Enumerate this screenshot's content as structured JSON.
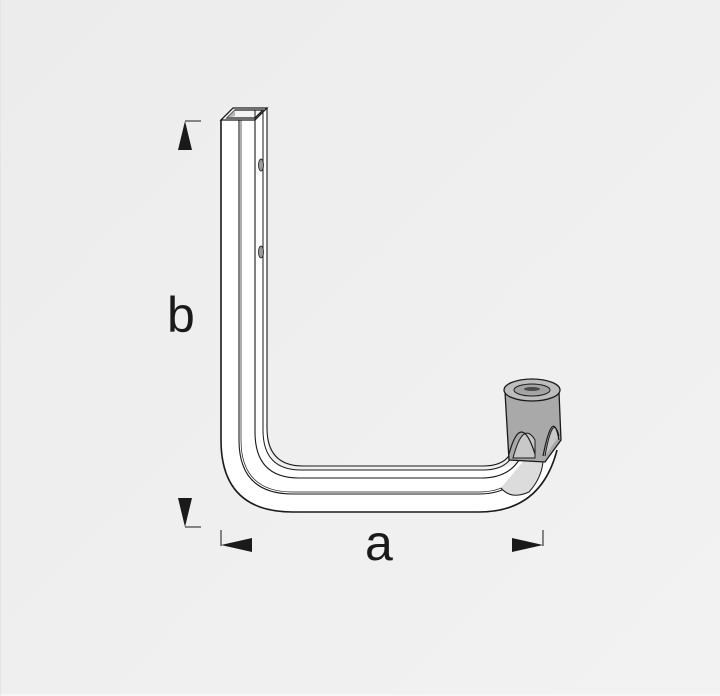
{
  "diagram": {
    "subject": "L-shaped wall hook",
    "dimensions": {
      "height_label": "b",
      "width_label": "a"
    },
    "colors": {
      "background": "#eeeeee",
      "outline": "#1a1a1a",
      "tube_fill": "#ffffff",
      "cap_fill": "#a9a9a9",
      "cap_shade": "#c8c8c8",
      "arrow": "#1a1a1a"
    }
  }
}
